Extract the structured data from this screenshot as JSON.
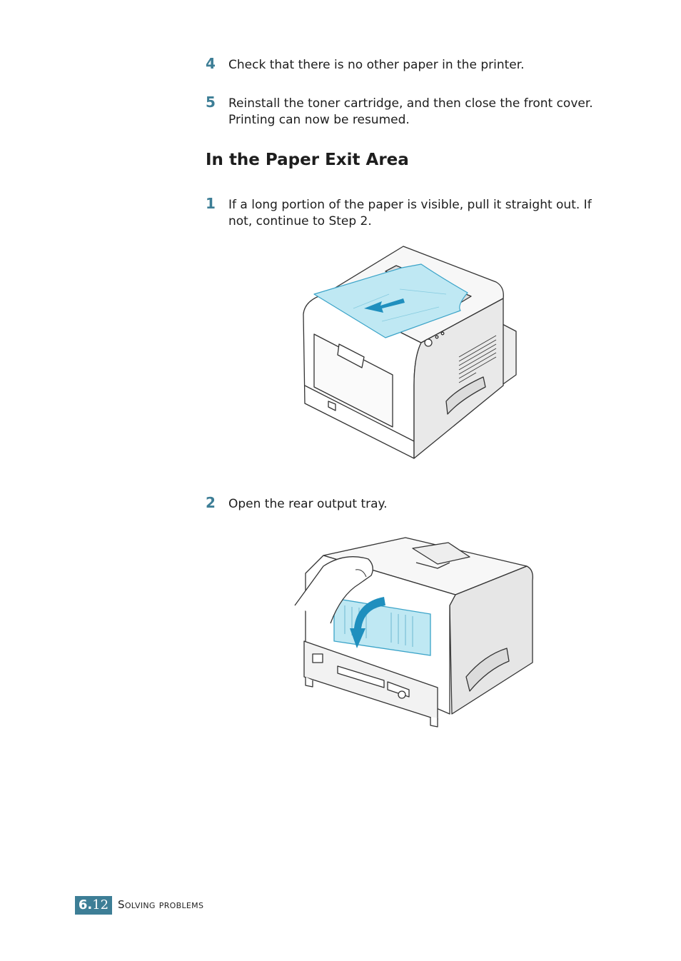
{
  "steps_top": [
    {
      "number": "4",
      "text": "Check that there is no other paper in the printer."
    },
    {
      "number": "5",
      "text": "Reinstall the toner cartridge, and then close the front cover. Printing can now be resumed."
    }
  ],
  "section": {
    "heading": "In the Paper Exit Area",
    "steps": [
      {
        "number": "1",
        "text": "If a long portion of the paper is visible, pull it straight out. If not, continue to Step 2."
      },
      {
        "number": "2",
        "text": "Open the rear output tray."
      }
    ]
  },
  "footer": {
    "chapter": "6.",
    "page": "12",
    "title": "Solving problems"
  },
  "colors": {
    "accent": "#3d7e96",
    "paper": "#bfe8f3",
    "arrow": "#1f8fbe"
  }
}
